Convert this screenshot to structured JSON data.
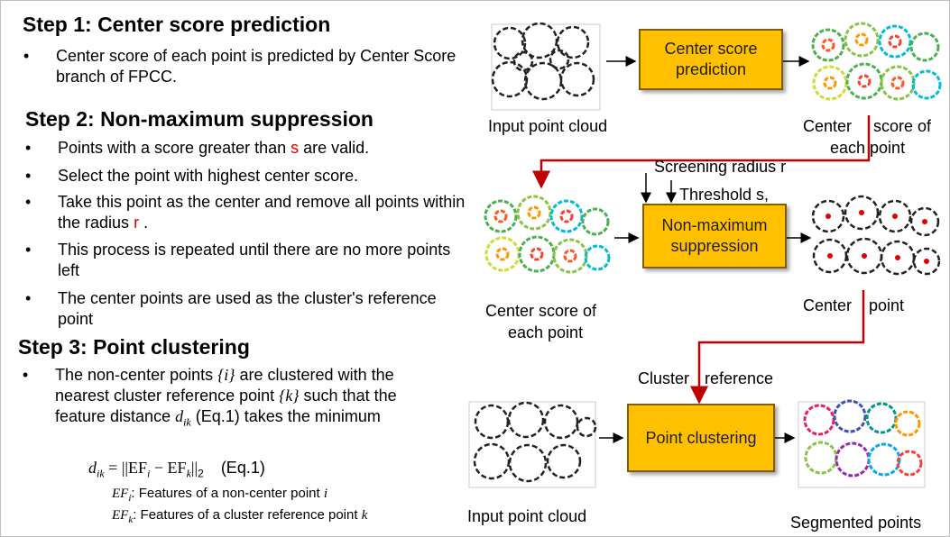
{
  "step1": {
    "title": "Step 1: Center score prediction",
    "bullet": "Center score of each point is predicted by Center Score branch of FPCC."
  },
  "step2": {
    "title": "Step 2: Non-maximum suppression",
    "b1_pre": "Points with a score greater than ",
    "b1_var": "s",
    "b1_post": " are valid.",
    "b2": "Select the point with highest center score.",
    "b3_pre": "Take this point as the center and remove all points within the radius ",
    "b3_var": "r",
    "b3_post": " .",
    "b4": "This process is repeated until there are no more points left",
    "b5": "The center points are used as the cluster's reference point"
  },
  "step3": {
    "title": "Step 3: Point clustering",
    "t1": "The non-center points ",
    "m1": "{i}",
    "t2": " are clustered with the nearest cluster reference point ",
    "m2": "{k}",
    "t3": " such that the feature distance ",
    "m3": "d",
    "m3sub": "ik",
    "t4": " (Eq.1) takes the minimum",
    "eq_lhs": "d",
    "eq_lhs_sub": "ik",
    "eq_rhs": " = ||EF",
    "eq_sub_i": "i",
    "eq_mid": " − EF",
    "eq_sub_k": "k",
    "eq_end": "||",
    "eq_norm_sub": "2",
    "eq_label": "(Eq.1)",
    "def1_sym": "EF",
    "def1_sub": "i",
    "def1_text": ": Features of a non-center point ",
    "def1_var": "i",
    "def2_sym": "EF",
    "def2_sub": "k",
    "def2_text": ": Features of a cluster reference point ",
    "def2_var": "k"
  },
  "diagram": {
    "box1": "Center score prediction",
    "box2": "Non-maximum suppression",
    "box3": "Point clustering",
    "label_input1": "Input point cloud",
    "label_center_a": "Center",
    "label_center_b": "score of",
    "label_center_c": "each point",
    "label_screening": "Screening radius r",
    "label_threshold": "Threshold s,",
    "label_cs_a": "Center score of",
    "label_cs_b": "each point",
    "label_cp_a": "Center",
    "label_cp_b": "point",
    "label_cr_a": "Cluster",
    "label_cr_b": "reference",
    "label_input2": "Input point cloud",
    "label_segmented": "Segmented points"
  },
  "colors": {
    "box_fill": "#ffc000",
    "box_border": "#7f6000",
    "arrow_red": "#c00000",
    "highlight_red": "#e00000"
  }
}
